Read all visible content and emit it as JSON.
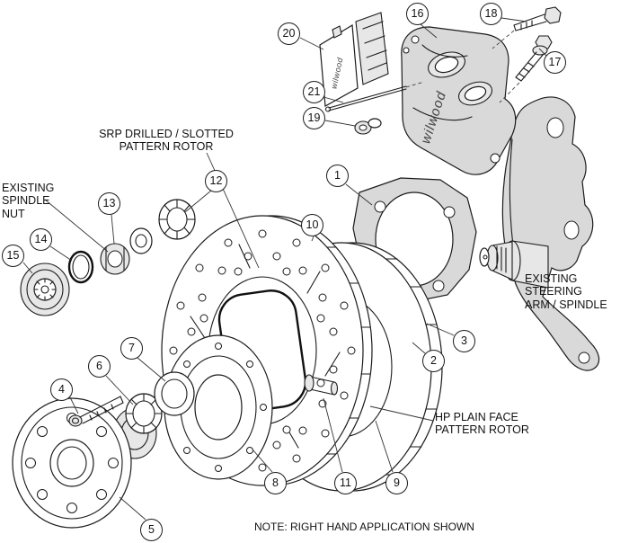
{
  "colors": {
    "line": "#1b1b1b",
    "metal": "#d9d9d9",
    "metal_light": "#ececec",
    "background": "#ffffff",
    "leader": "#333333"
  },
  "brand": {
    "caliper": "wilwood",
    "pad": "wilwood"
  },
  "labels": {
    "srp_rotor": "SRP DRILLED / SLOTTED\nPATTERN ROTOR",
    "existing_spindle_nut": "EXISTING\nSPINDLE\nNUT",
    "existing_steering_arm": "EXISTING STEERING\nARM / SPINDLE",
    "hp_rotor": "HP PLAIN FACE\nPATTERN ROTOR",
    "note": "NOTE: RIGHT HAND APPLICATION SHOWN"
  },
  "callouts": {
    "n1": "1",
    "n2": "2",
    "n3": "3",
    "n4": "4",
    "n5": "5",
    "n6": "6",
    "n7": "7",
    "n8": "8",
    "n9": "9",
    "n10": "10",
    "n11": "11",
    "n12": "12",
    "n13": "13",
    "n14": "14",
    "n15": "15",
    "n16": "16",
    "n17": "17",
    "n18": "18",
    "n19": "19",
    "n20": "20",
    "n21": "21"
  }
}
